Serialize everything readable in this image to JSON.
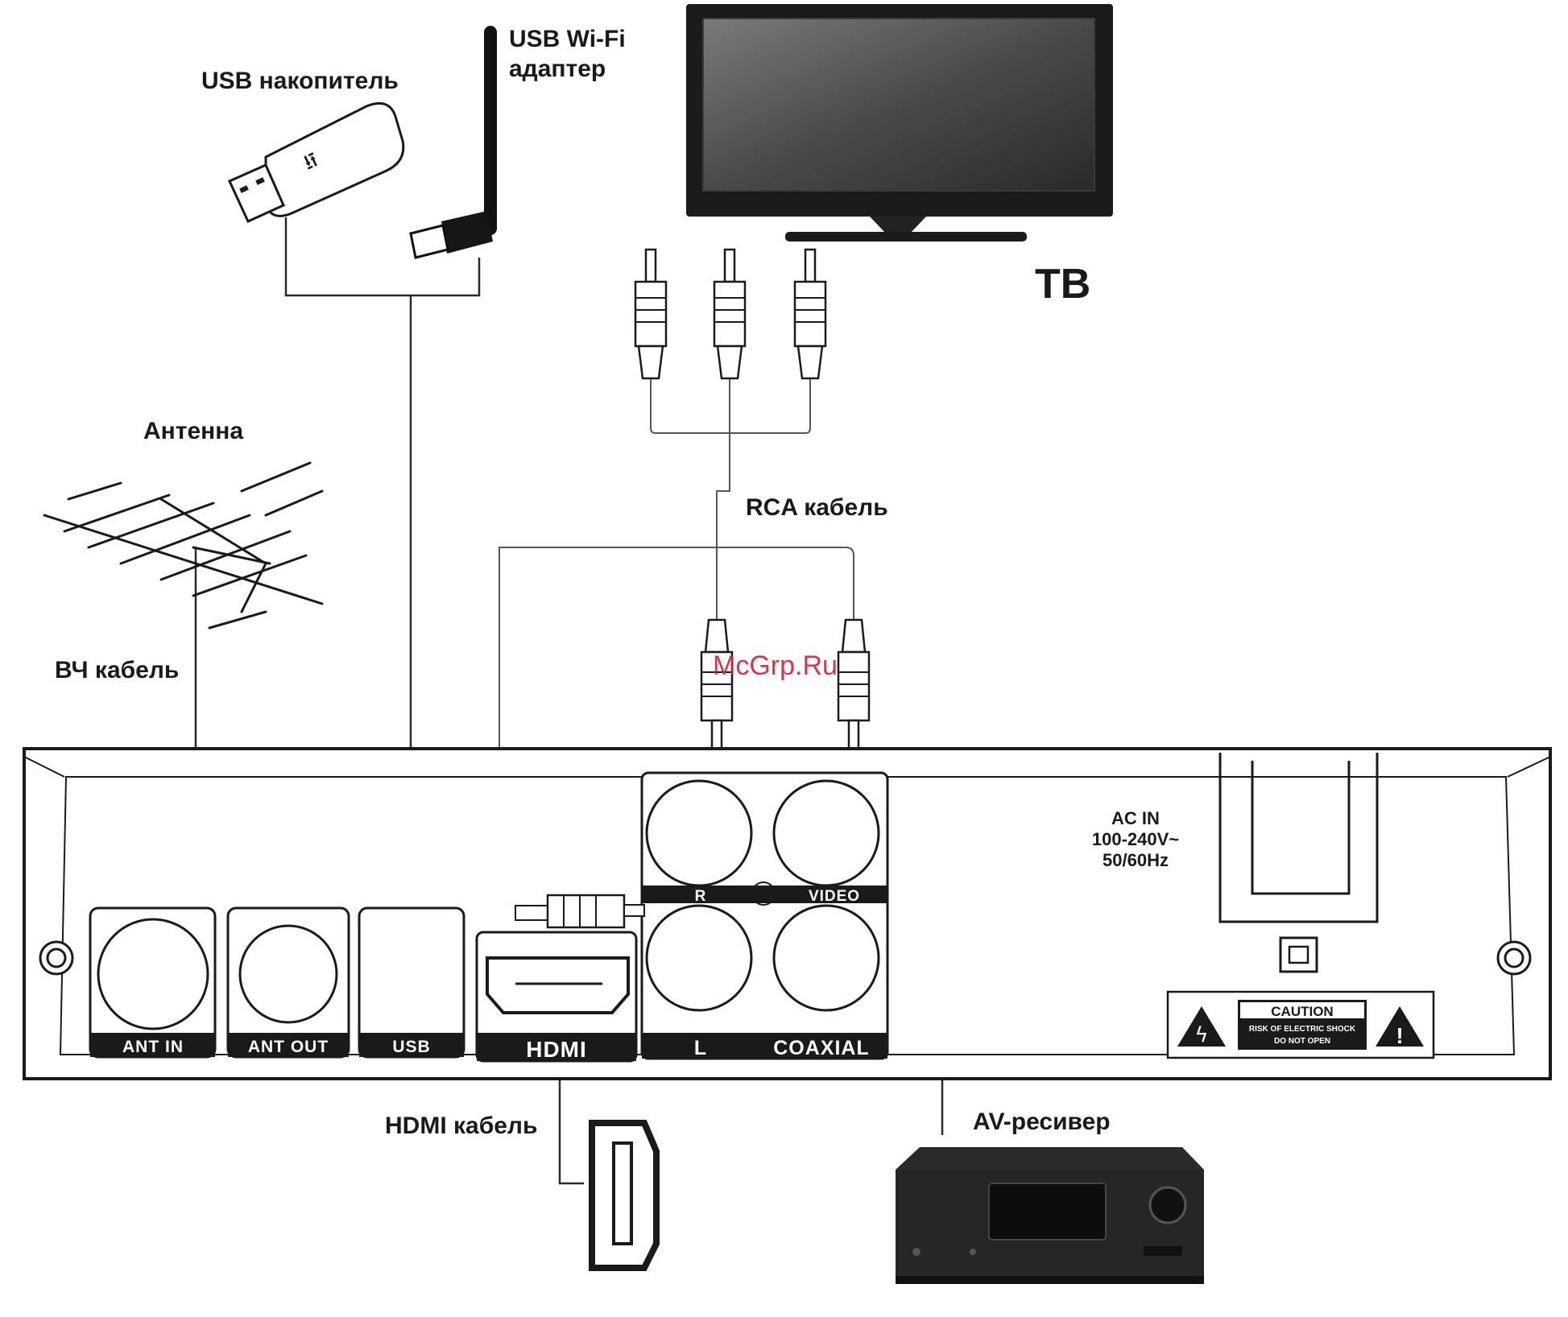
{
  "labels": {
    "usb_storage": "USB накопитель",
    "usb_wifi_line1": "USB Wi-Fi",
    "usb_wifi_line2": "адаптер",
    "tv": "ТВ",
    "antenna": "Антенна",
    "rf_cable": "ВЧ кабель",
    "rca_cable": "RCA кабель",
    "hdmi_cable": "HDMI кабель",
    "av_receiver": "AV-ресивер",
    "watermark": "McGrp.Ru"
  },
  "ports": {
    "ant_in": "ANT IN",
    "ant_out": "ANT OUT",
    "usb": "USB",
    "hdmi": "HDMI",
    "r": "R",
    "video": "VIDEO",
    "l": "L",
    "coaxial": "COAXIAL"
  },
  "power": {
    "line1": "AC IN",
    "line2": "100-240V~",
    "line3": "50/60Hz"
  },
  "caution": {
    "title": "CAUTION",
    "line1": "RISK OF ELECTRIC SHOCK",
    "line2": "DO NOT OPEN"
  },
  "colors": {
    "watermark": "#d0213a",
    "ink": "#1a1a1a"
  }
}
